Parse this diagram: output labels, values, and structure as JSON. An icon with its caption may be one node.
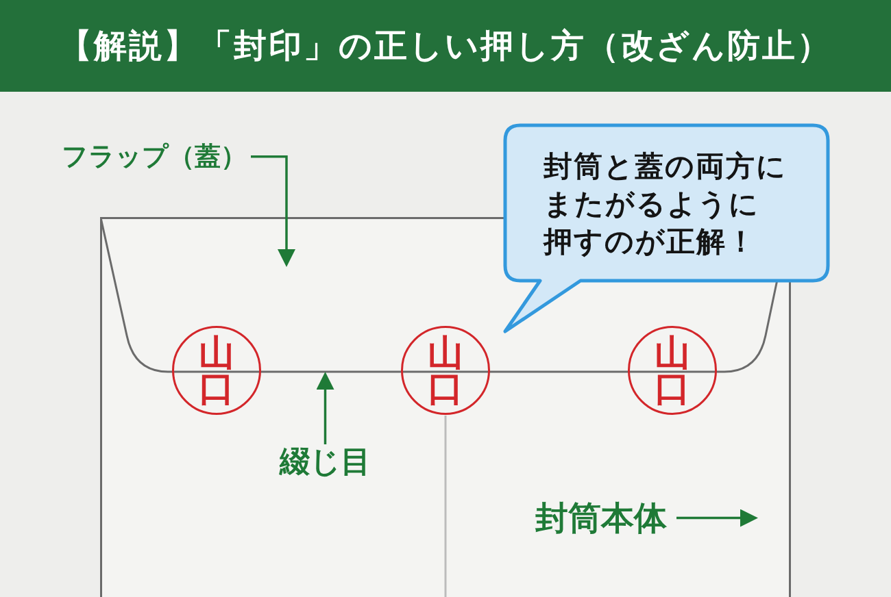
{
  "diagram": {
    "title": "【解説】「封印」の正しい押し方（改ざん防止）",
    "nodes": [
      {
        "text": [
          "フラップ（蓋）"
        ]
      },
      {
        "text": [],
        "shape": "box"
      },
      {
        "text": [],
        "shape": "trapezoid",
        "in": 1
      },
      {
        "text": [
          "封筒と蓋の両方にまたがるように押すのが正解！"
        ]
      },
      {
        "text": [
          "山口"
        ],
        "in": 1
      },
      {
        "text": [
          "山口"
        ],
        "in": 1
      },
      {
        "text": [
          "山口"
        ],
        "in": 1
      },
      {
        "text": [
          "綴じ目"
        ],
        "in": 1
      },
      {
        "text": [
          "封筒本体"
        ],
        "in": 1
      }
    ],
    "edges": [
      {
        "from": 0,
        "to": 2,
        "arrow": "to"
      },
      {
        "from": 7,
        "to": 2,
        "arrow": "to"
      },
      {
        "from": 8,
        "to": 1,
        "arrow": "to"
      }
    ]
  }
}
